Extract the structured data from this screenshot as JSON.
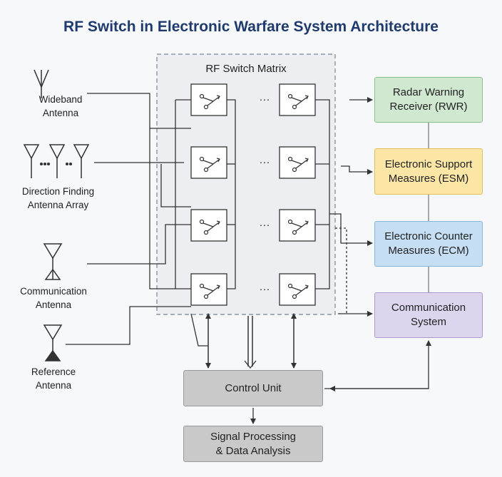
{
  "title": "RF Switch in Electronic Warfare System Architecture",
  "matrix": {
    "label": "RF Switch Matrix",
    "ellipsis": "···"
  },
  "antennas": [
    {
      "label": "Wideband\nAntenna",
      "icon": "dipole-antenna-icon"
    },
    {
      "label": "Direction Finding\nAntenna Array",
      "icon": "antenna-array-icon"
    },
    {
      "label": "Communication\nAntenna",
      "icon": "communication-antenna-icon"
    },
    {
      "label": "Reference\nAntenna",
      "icon": "reference-antenna-icon"
    }
  ],
  "systems": [
    {
      "label": "Radar Warning\nReceiver (RWR)",
      "color": "#cfe8cf",
      "border": "#8cc08c"
    },
    {
      "label": "Electronic Support\nMeasures (ESM)",
      "color": "#fbe6a6",
      "border": "#e0bf5e"
    },
    {
      "label": "Electronic Counter\nMeasures (ECM)",
      "color": "#c5def3",
      "border": "#8ab5dc"
    },
    {
      "label": "Communication\nSystem",
      "color": "#ddd5ee",
      "border": "#aa9acb"
    }
  ],
  "control_unit": {
    "label": "Control Unit",
    "color": "#c9c9c9"
  },
  "signal_processing": {
    "label": "Signal Processing\n& Data Analysis",
    "color": "#c9c9c9"
  }
}
